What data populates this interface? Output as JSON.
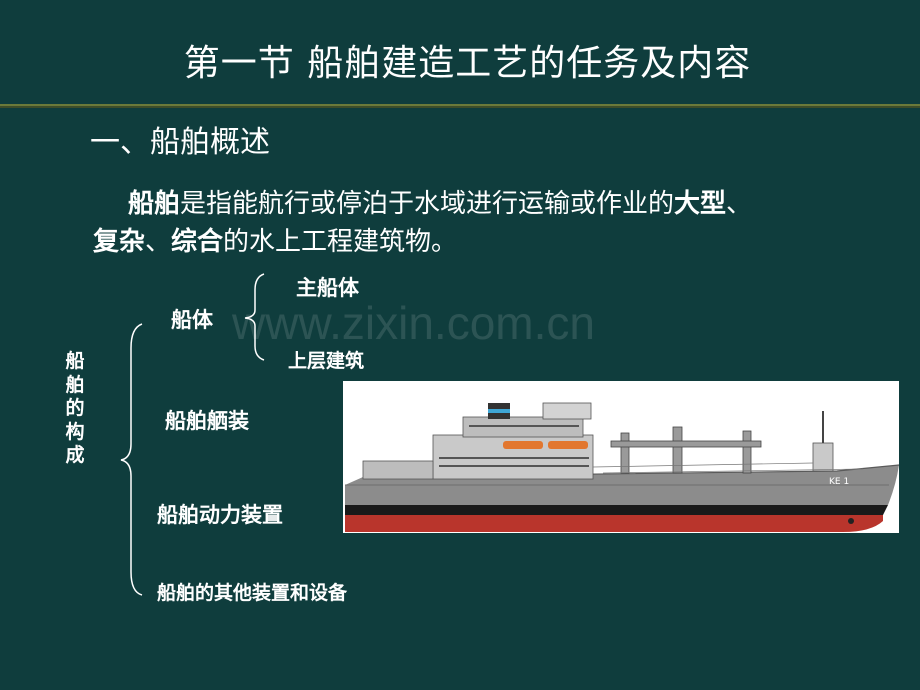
{
  "title": "第一节 船舶建造工艺的任务及内容",
  "section_heading": "一、船舶概述",
  "paragraph": {
    "part1_bold": "船舶",
    "part2": "是指能航行或停泊于水域进行运输或作业的",
    "part3_bold": "大型",
    "part4": "、",
    "part5_bold": "复杂",
    "part6": "、",
    "part7_bold": "综合",
    "part8": "的水上工程建筑物。"
  },
  "watermark": "www.zixin.com.cn",
  "composition": {
    "vertical_label": "船舶的构成",
    "hull": "船体",
    "hull_children": [
      "主船体",
      "上层建筑"
    ],
    "outfitting": "船舶舾装",
    "power_plant": "船舶动力装置",
    "other_equipment": "船舶的其他装置和设备"
  },
  "ship_image": {
    "hull_marking": "KE 1"
  },
  "colors": {
    "background": "#0f3d3d",
    "title_rule": "#6b7a3a",
    "text": "#ffffff"
  }
}
